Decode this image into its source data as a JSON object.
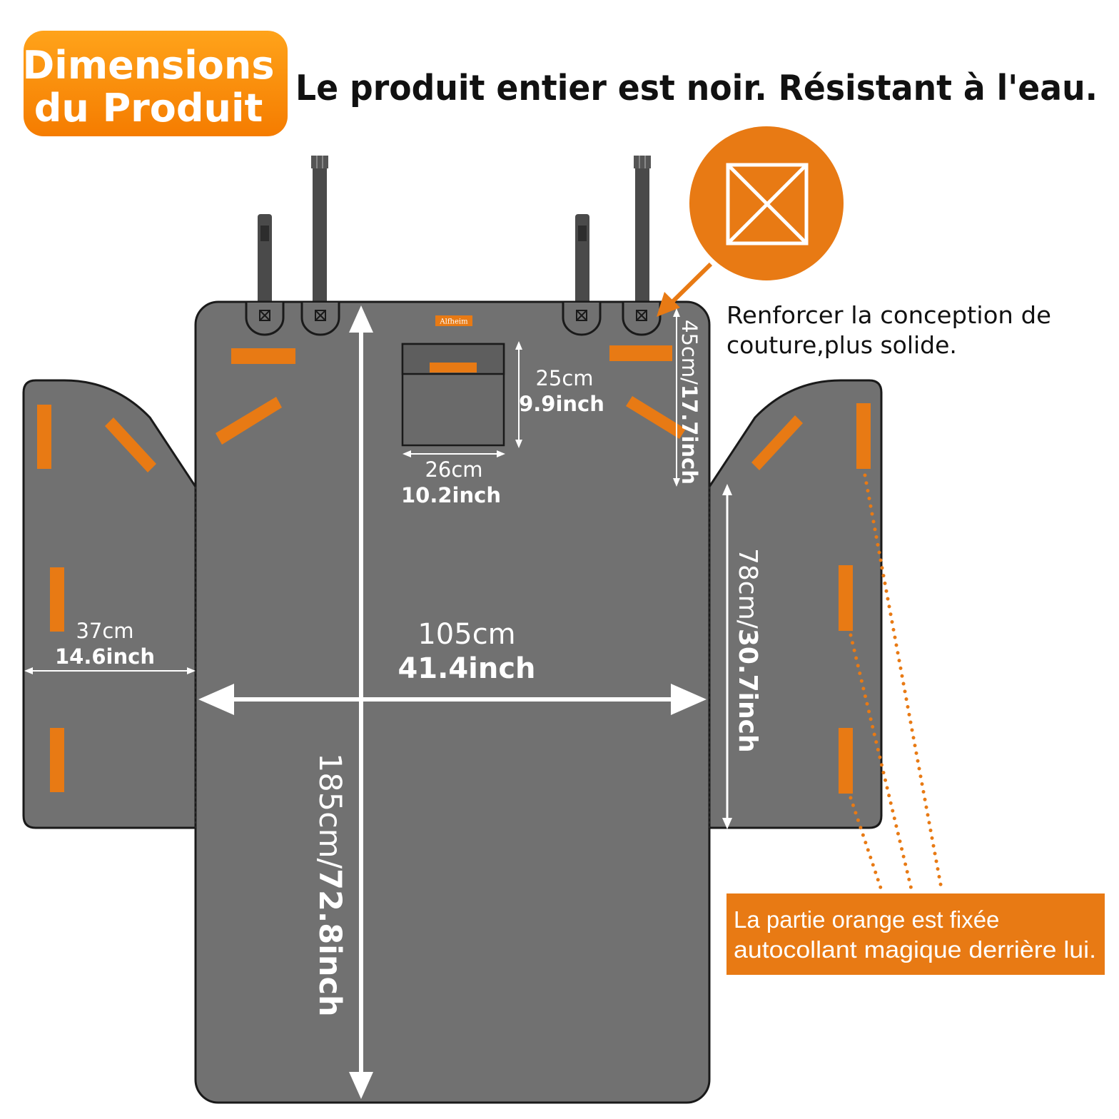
{
  "badge": {
    "line1": "Dimensions",
    "line2": "du Produit"
  },
  "headline": "Le produit entier est noir. Résistant à l'eau.",
  "logo": "Alfheim",
  "note": {
    "line1": "Renforcer la conception de",
    "line2": "couture,plus solide."
  },
  "callout": {
    "line1": "La partie orange est fixée",
    "line2": "autocollant magique derrière lui."
  },
  "dimensions": {
    "pocket_height": {
      "cm": "25cm",
      "inch": "9.9inch"
    },
    "pocket_width": {
      "cm": "26cm",
      "inch": "10.2inch"
    },
    "top_depth": {
      "cm": "45cm/",
      "inch": "17.7inch"
    },
    "flap_width": {
      "cm": "37cm",
      "inch": "14.6inch"
    },
    "total_width": {
      "cm": "105cm",
      "inch": "41.4inch"
    },
    "flap_height": {
      "cm": "78cm/",
      "inch": "30.7inch"
    },
    "total_length": {
      "cm": "185cm/",
      "inch": "72.8inch"
    }
  },
  "colors": {
    "orange": "#e87a14",
    "badge_top": "#ffa31a",
    "badge_bottom": "#f57c00",
    "fabric": "#717171",
    "outline": "#1a1a1a",
    "strap": "#4a4a4a",
    "arrow": "#ffffff"
  },
  "icons": [
    "cross-stitch-icon",
    "arrow-icon",
    "strap-icon"
  ]
}
